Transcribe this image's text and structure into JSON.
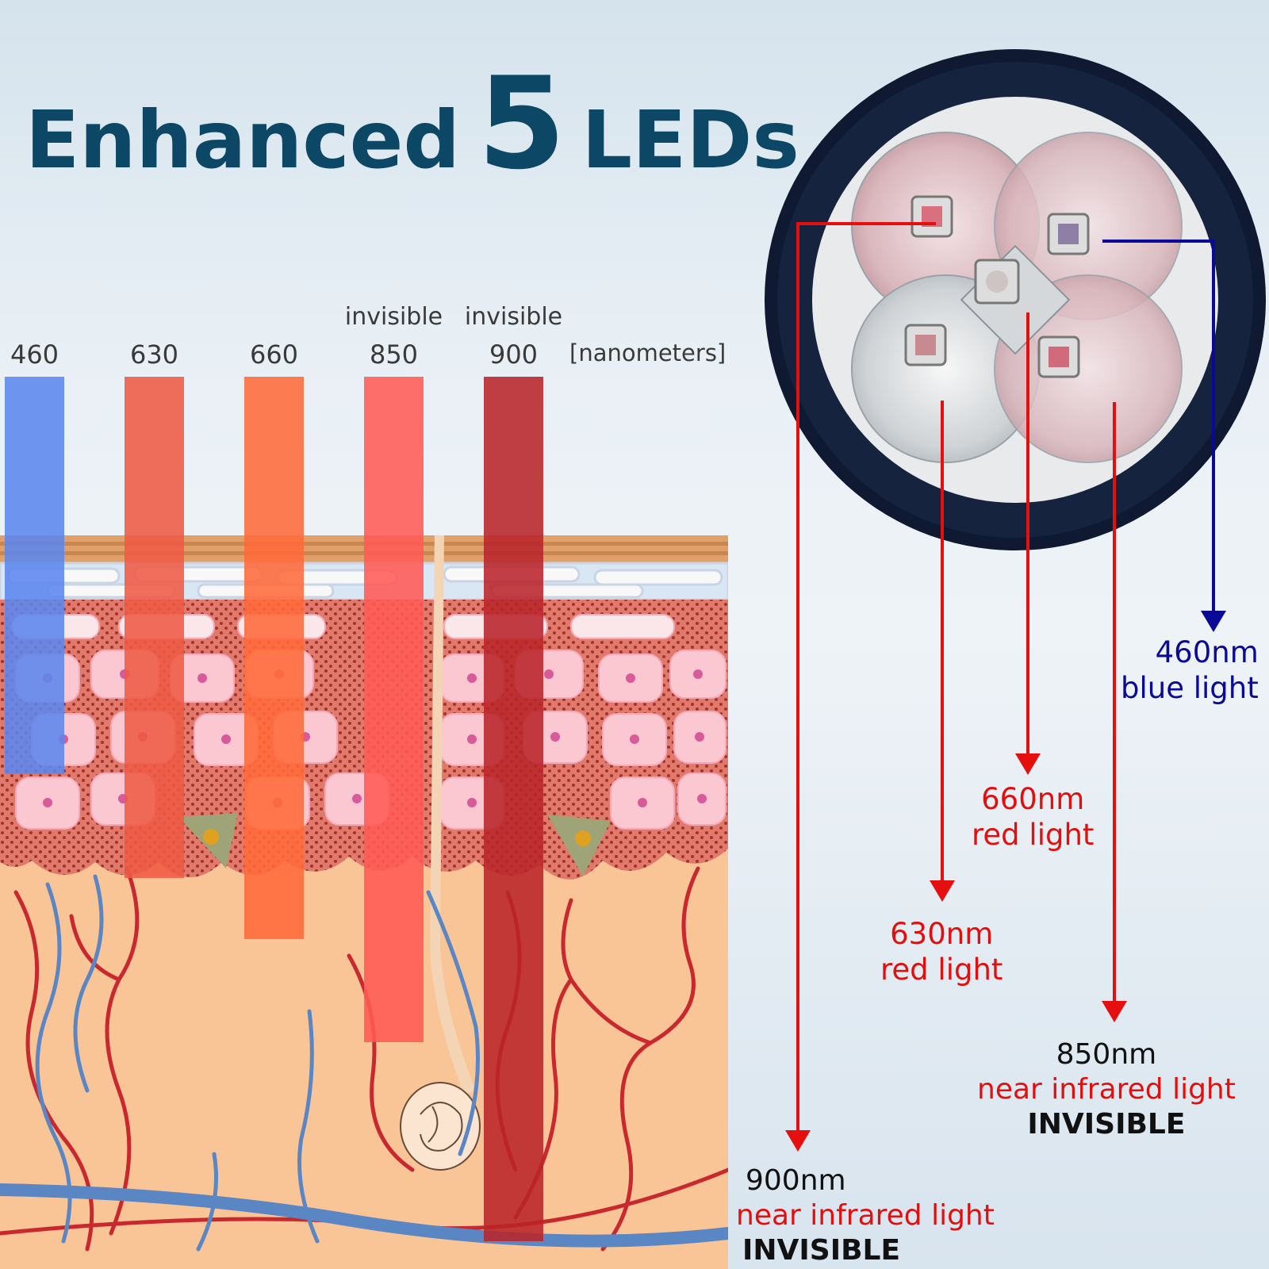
{
  "title": {
    "prefix": "Enhanced",
    "number": "5",
    "suffix": "LEDs"
  },
  "bars": [
    {
      "wavelength": "460",
      "tag": "",
      "color": "#5b86ee",
      "depth": 0.46
    },
    {
      "wavelength": "630",
      "tag": "",
      "color": "#ee5a44",
      "depth": 0.58
    },
    {
      "wavelength": "660",
      "tag": "",
      "color": "#ff6a3a",
      "depth": 0.65
    },
    {
      "wavelength": "850",
      "tag": "invisible",
      "color": "#ff5a55",
      "depth": 0.77
    },
    {
      "wavelength": "900",
      "tag": "invisible",
      "color": "#b8242a",
      "depth": 1.0
    }
  ],
  "unit_label": "[nanometers]",
  "callouts": {
    "c460": {
      "value": "460nm",
      "desc": "blue light",
      "color": "#0a0a96"
    },
    "c660": {
      "value": "660nm",
      "desc": "red light",
      "color": "#e30f0f"
    },
    "c630": {
      "value": "630nm",
      "desc": "red light",
      "color": "#e30f0f"
    },
    "c850": {
      "value": "850nm",
      "desc": "near infrared light",
      "note": "INVISIBLE",
      "value_color": "#111111",
      "color": "#e30f0f"
    },
    "c900": {
      "value": "900nm",
      "desc": "near infrared light",
      "note": "INVISIBLE",
      "value_color": "#111111",
      "color": "#e30f0f"
    }
  },
  "colors": {
    "title": "#0d4766",
    "red_arrow": "#e60f0f",
    "blue_arrow": "#0a0a96",
    "led_ring": "#0f1a32"
  }
}
